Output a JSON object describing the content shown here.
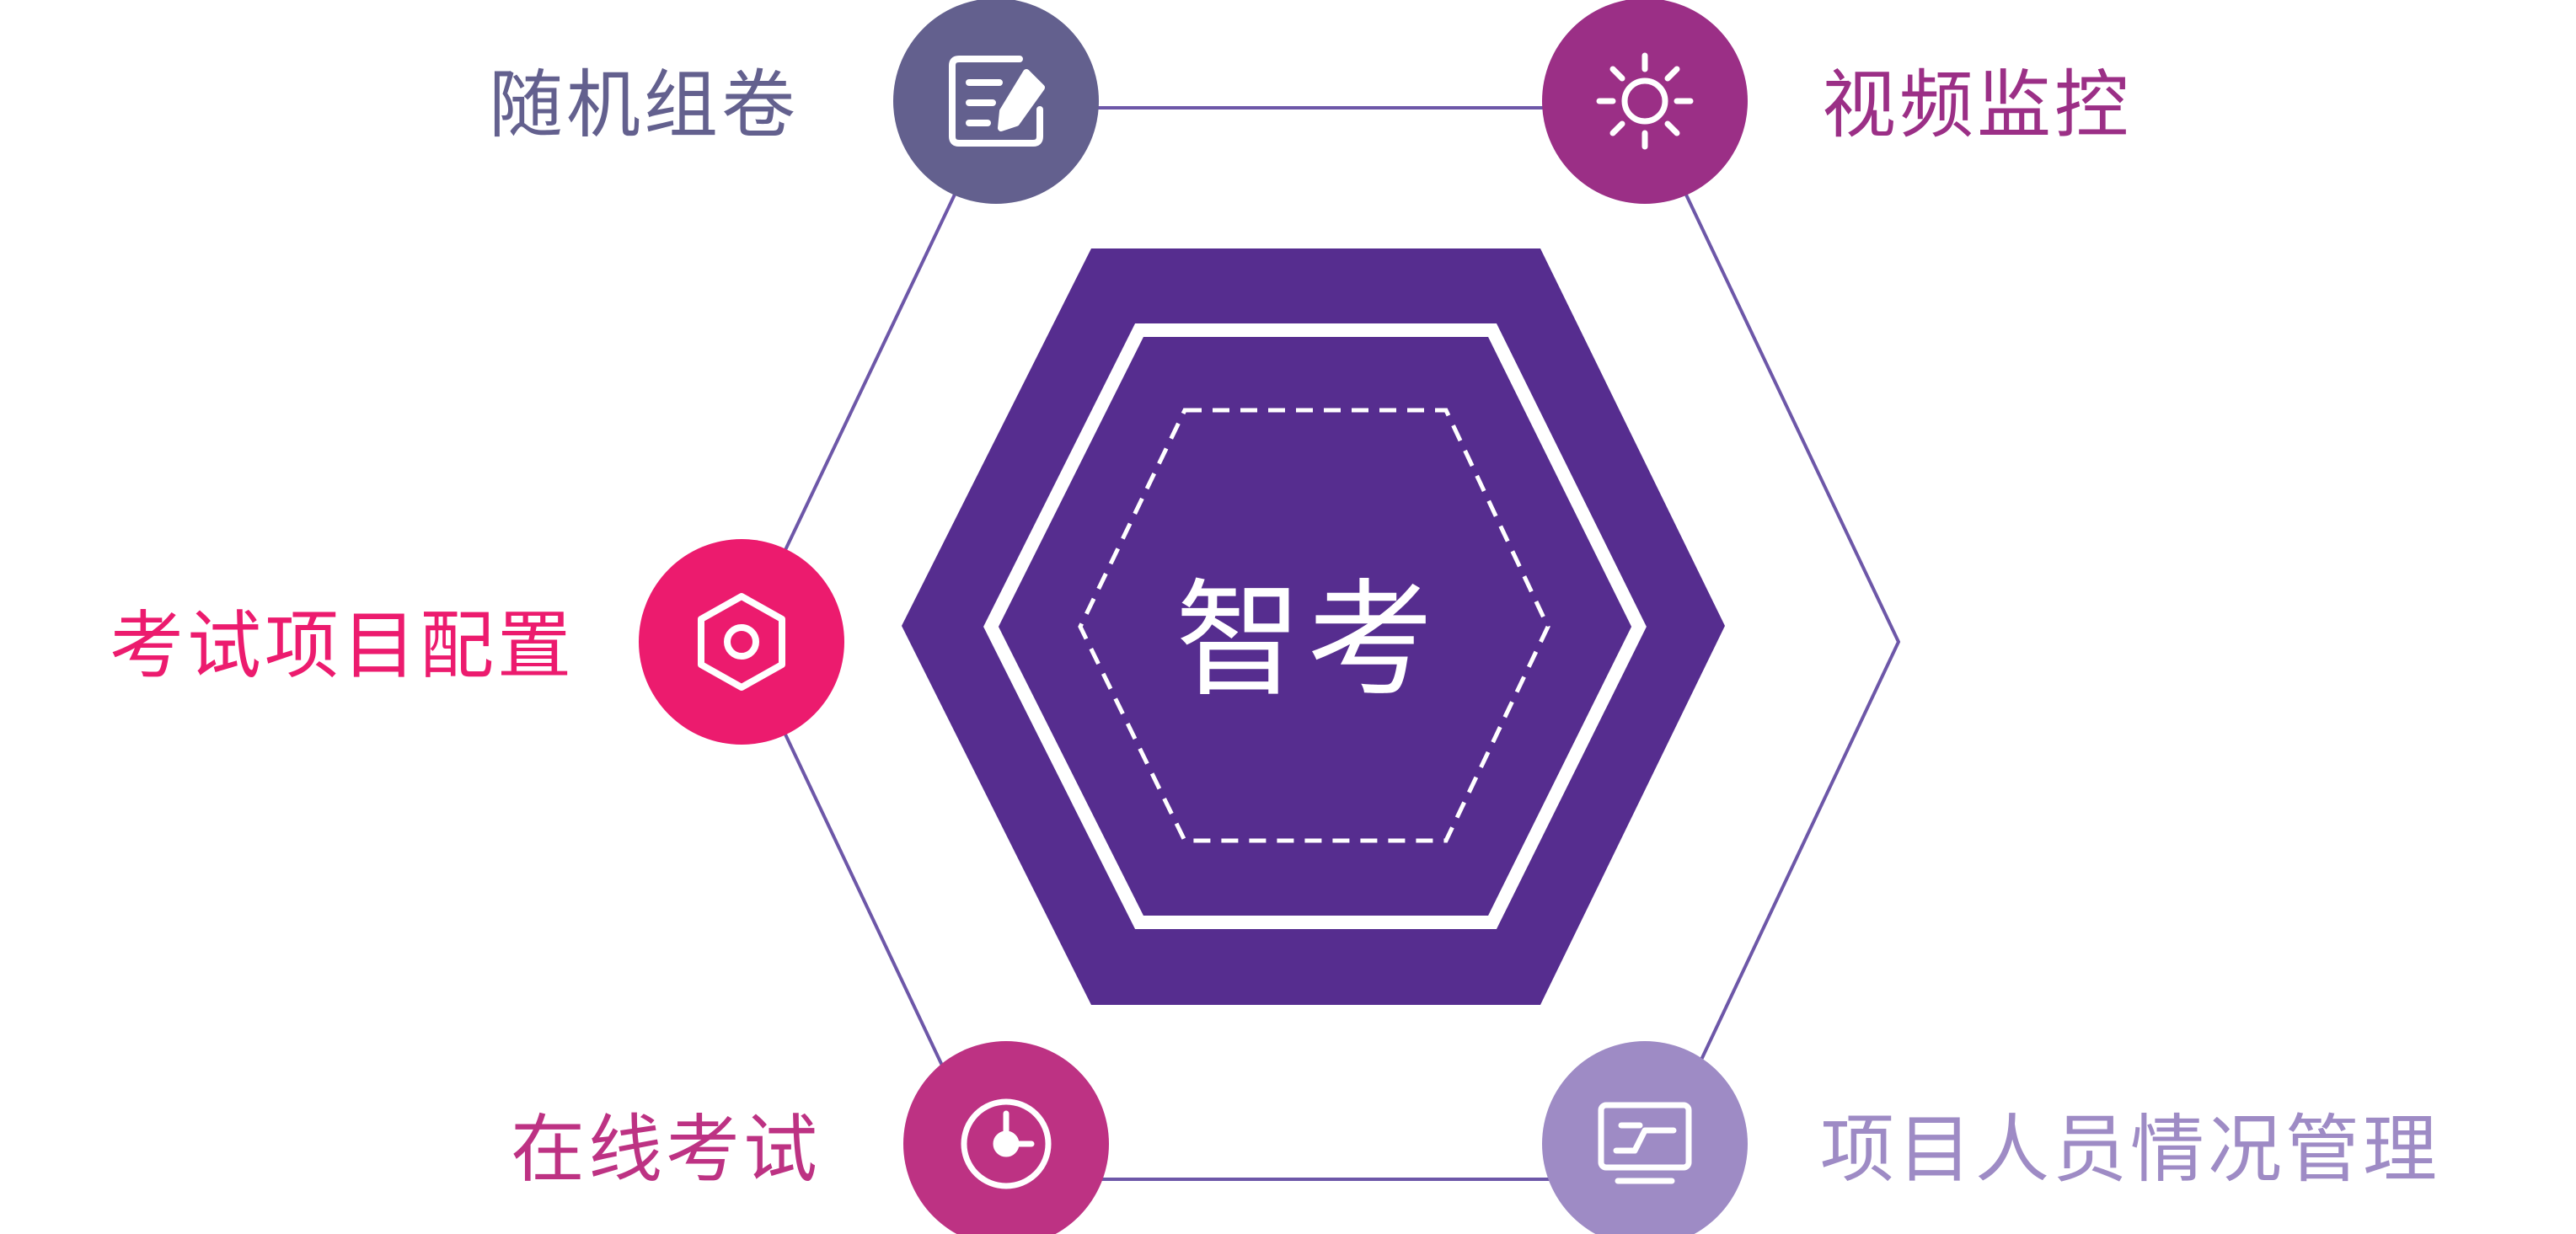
{
  "center": {
    "title": "智考",
    "color": "#562d8f"
  },
  "outline_color": "#6d57a8",
  "features": [
    {
      "label": "随机组卷",
      "icon": "edit-paper-icon",
      "color": "#63608e"
    },
    {
      "label": "视频监控",
      "icon": "sun-camera-icon",
      "color": "#9b2f86"
    },
    {
      "label": "考试项目配置",
      "icon": "hex-settings-icon",
      "color": "#ec1b6e"
    },
    {
      "label": "在线考试",
      "icon": "clock-icon",
      "color": "#bd3283"
    },
    {
      "label": "项目人员情况管理",
      "icon": "monitor-chart-icon",
      "color": "#9e8bc5"
    }
  ]
}
